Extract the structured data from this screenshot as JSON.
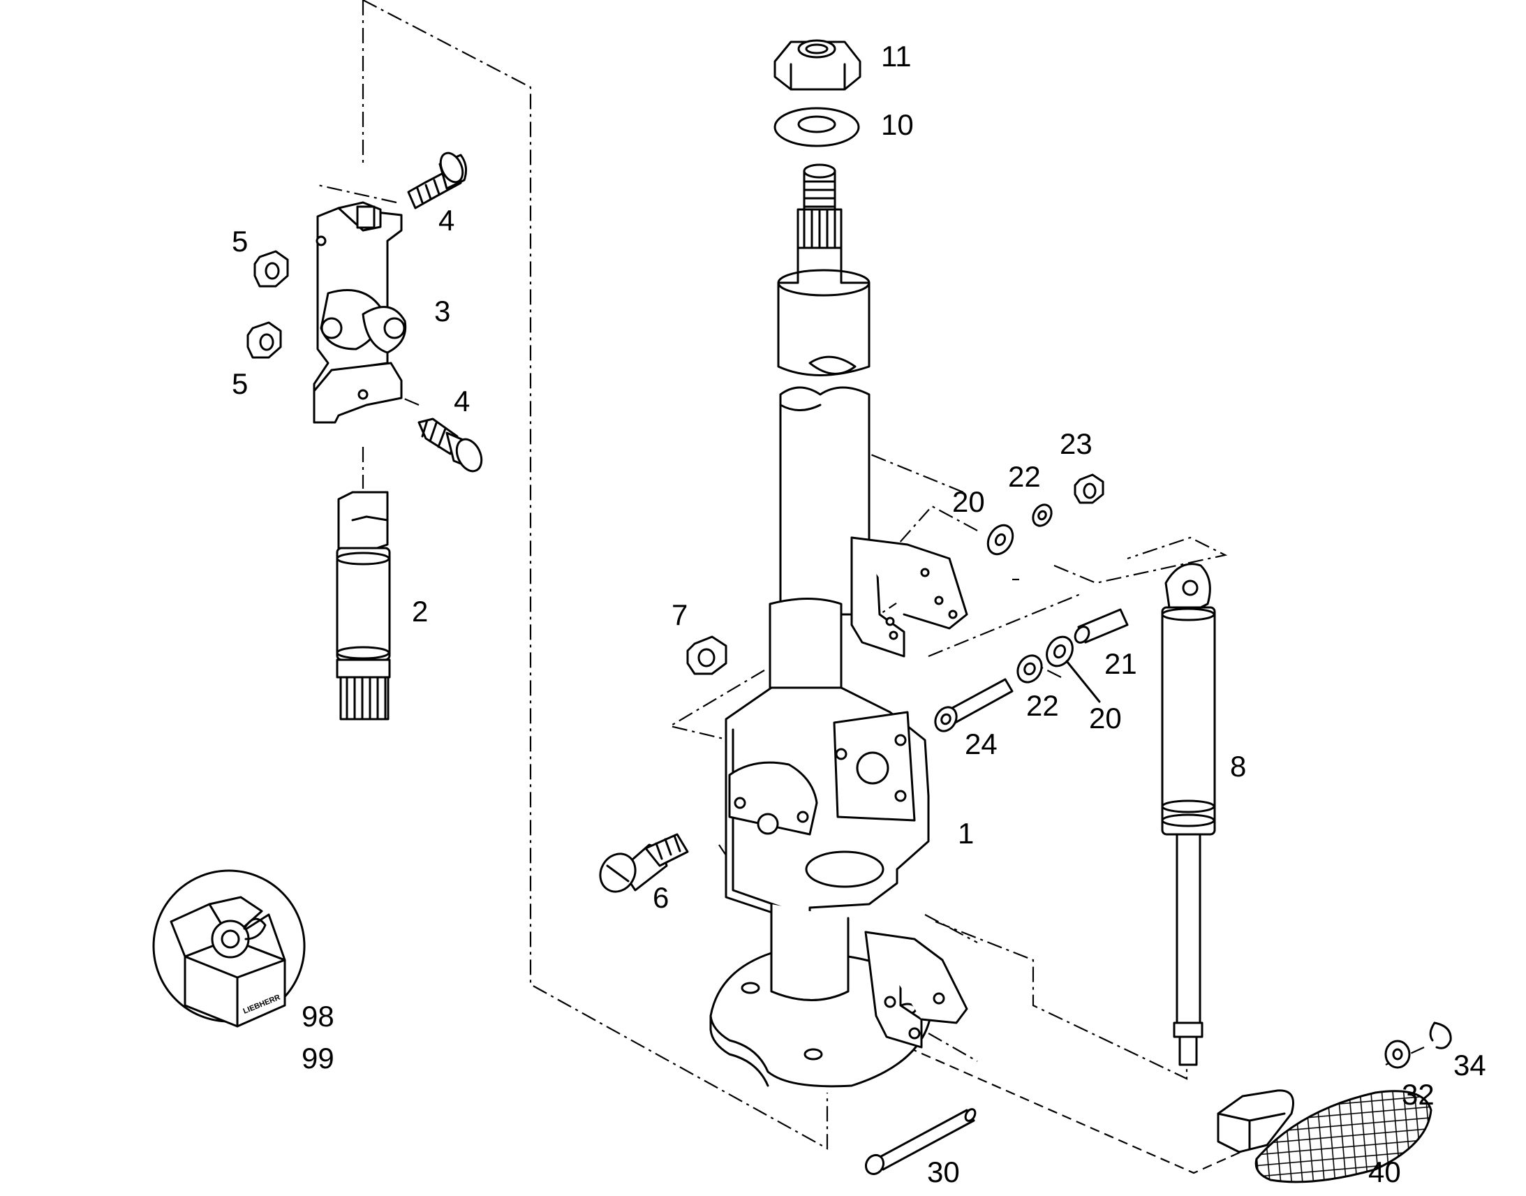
{
  "labels": {
    "p11": "11",
    "p10": "10",
    "p4a": "4",
    "p5a": "5",
    "p3": "3",
    "p5b": "5",
    "p4b": "4",
    "p23": "23",
    "p22a": "22",
    "p20a": "20",
    "p2": "2",
    "p7": "7",
    "p21": "21",
    "p22b": "22",
    "p20b": "20",
    "p24": "24",
    "p8": "8",
    "p1": "1",
    "p6": "6",
    "p98": "98",
    "p99": "99",
    "p34": "34",
    "p32": "32",
    "p30": "30",
    "p40": "40"
  },
  "kit_box_text": "LIEBHERR"
}
